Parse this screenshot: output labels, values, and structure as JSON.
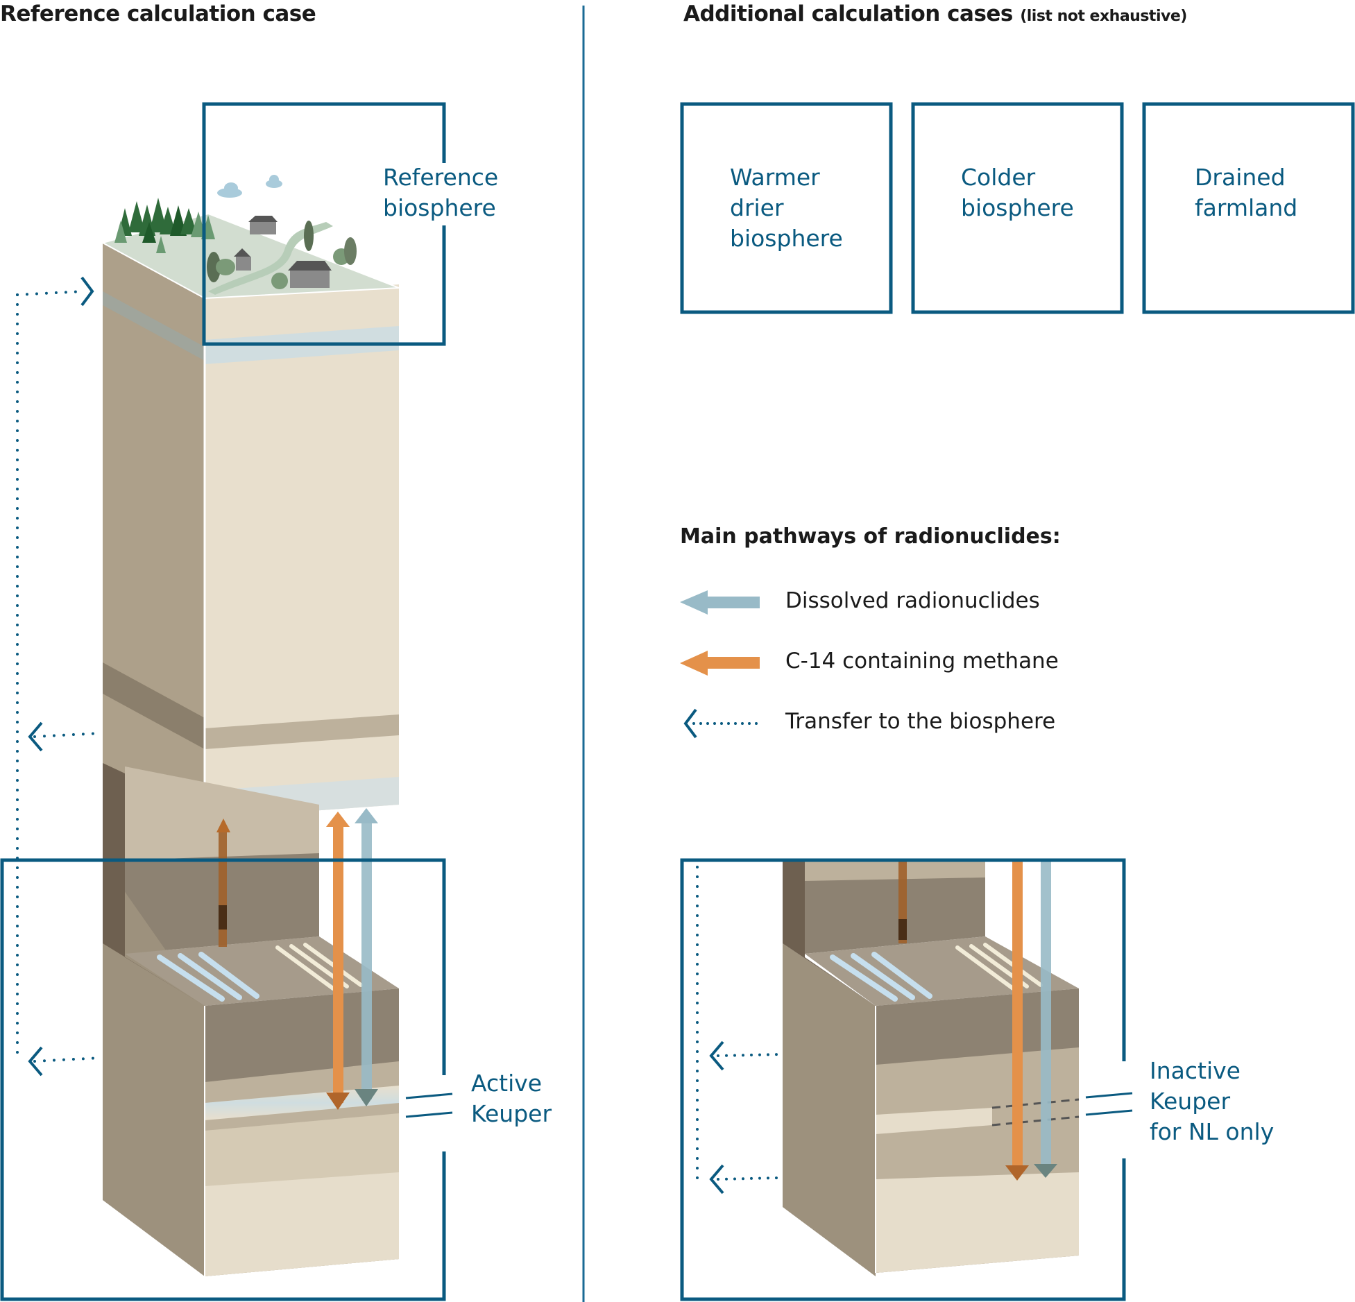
{
  "left_panel": {
    "title": "Reference calculation case",
    "biosphere_label": "Reference\nbiosphere",
    "keuper_label": "Active\nKeuper"
  },
  "right_panel": {
    "title": "Additional calculation cases",
    "title_note": "(list not exhaustive)",
    "cases": [
      {
        "label": "Warmer\ndrier\nbiosphere"
      },
      {
        "label": "Colder\nbiosphere"
      },
      {
        "label": "Drained\nfarmland"
      }
    ],
    "keuper_label": "Inactive\nKeuper\nfor NL only"
  },
  "legend": {
    "title": "Main pathways of radionuclides:",
    "items": [
      {
        "icon": "light-blue-arrow-icon",
        "label": "Dissolved radionuclides",
        "color": "#98bac7"
      },
      {
        "icon": "orange-arrow-icon",
        "label": "C-14 containing methane",
        "color": "#e4914a"
      },
      {
        "icon": "dotted-arrow-icon",
        "label": "Transfer to the biosphere",
        "color": "#0a5a80"
      }
    ]
  },
  "colors": {
    "frame_blue": "#0a5a80",
    "divider": "#1a6a94",
    "sand_front": "#e8dfcd",
    "sand_side": "#ada08a",
    "rock_dark": "#8d8272",
    "grass": "#d2ddd0"
  }
}
